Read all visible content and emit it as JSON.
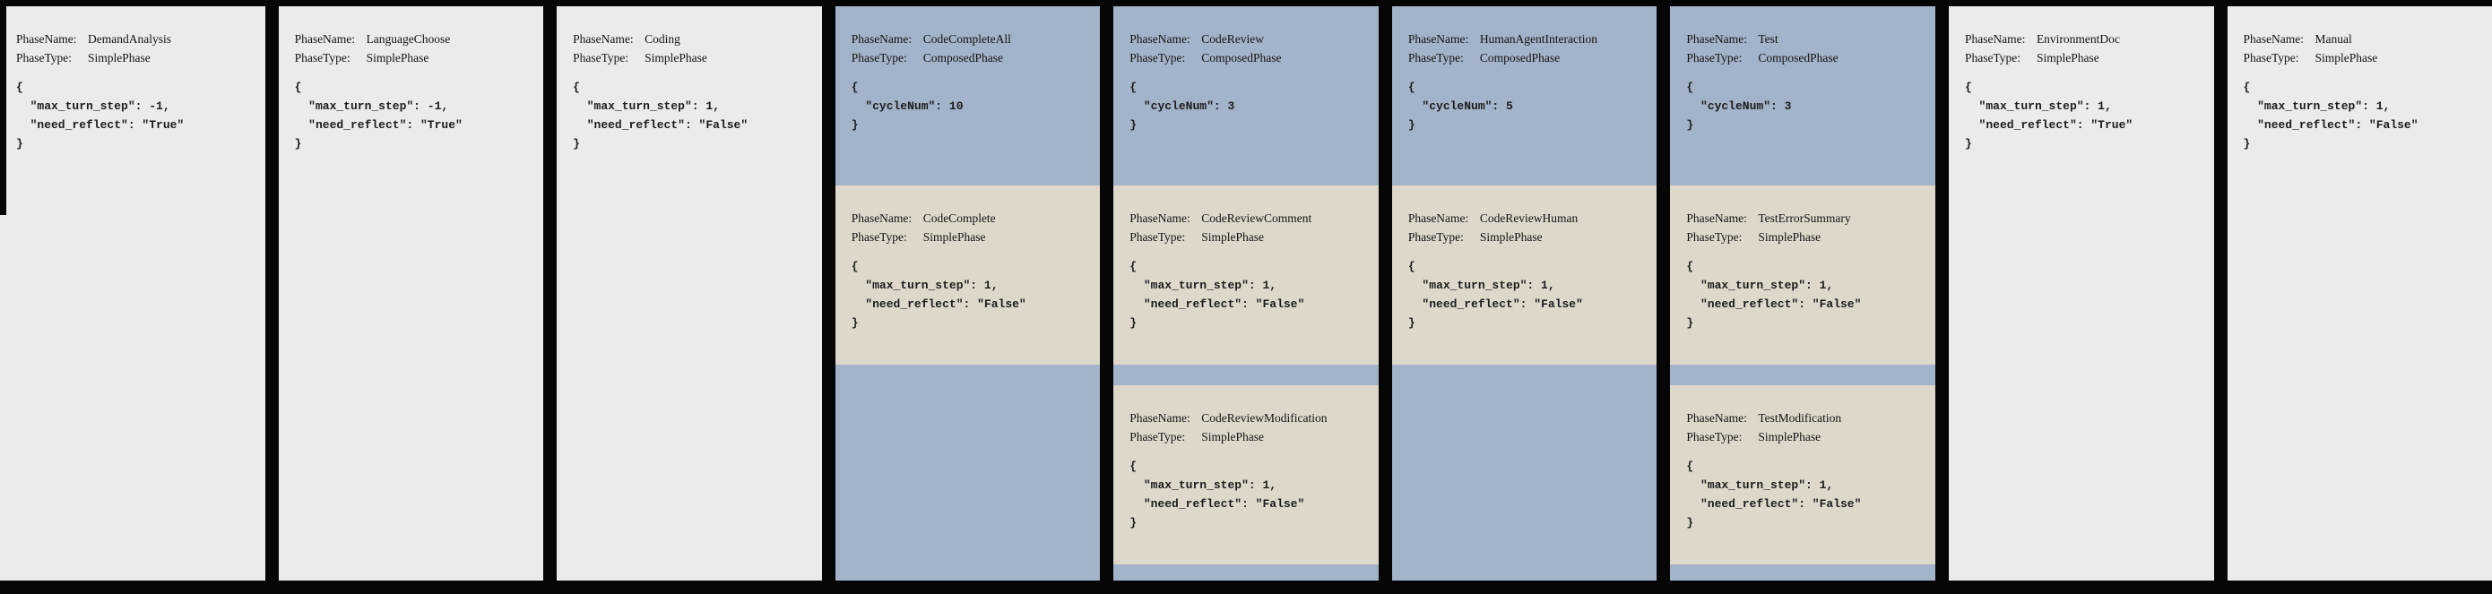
{
  "labels": {
    "phase_name": "PhaseName:",
    "phase_type": "PhaseType:"
  },
  "colors": {
    "background": "#060606",
    "simple_column_bg": "#e9eceb",
    "composed_column_bg": "#a3b3c9",
    "subphase_card_bg": "#ded8cb",
    "text": "#141414"
  },
  "columns": [
    {
      "kind": "simple",
      "cards": [
        {
          "name": "DemandAnalysis",
          "type": "SimplePhase",
          "config": "{\n  \"max_turn_step\": -1,\n  \"need_reflect\": \"True\"\n}"
        }
      ]
    },
    {
      "kind": "simple",
      "cards": [
        {
          "name": "LanguageChoose",
          "type": "SimplePhase",
          "config": "{\n  \"max_turn_step\": -1,\n  \"need_reflect\": \"True\"\n}"
        }
      ]
    },
    {
      "kind": "simple",
      "cards": [
        {
          "name": "Coding",
          "type": "SimplePhase",
          "config": "{\n  \"max_turn_step\": 1,\n  \"need_reflect\": \"False\"\n}"
        }
      ]
    },
    {
      "kind": "composed",
      "cards": [
        {
          "name": "CodeCompleteAll",
          "type": "ComposedPhase",
          "config": "{\n  \"cycleNum\": 10\n}"
        },
        {
          "name": "CodeComplete",
          "type": "SimplePhase",
          "config": "{\n  \"max_turn_step\": 1,\n  \"need_reflect\": \"False\"\n}"
        }
      ]
    },
    {
      "kind": "composed",
      "cards": [
        {
          "name": "CodeReview",
          "type": "ComposedPhase",
          "config": "{\n  \"cycleNum\": 3\n}"
        },
        {
          "name": "CodeReviewComment",
          "type": "SimplePhase",
          "config": "{\n  \"max_turn_step\": 1,\n  \"need_reflect\": \"False\"\n}"
        },
        {
          "name": "CodeReviewModification",
          "type": "SimplePhase",
          "config": "{\n  \"max_turn_step\": 1,\n  \"need_reflect\": \"False\"\n}"
        }
      ]
    },
    {
      "kind": "composed",
      "cards": [
        {
          "name": "HumanAgentInteraction",
          "type": "ComposedPhase",
          "config": "{\n  \"cycleNum\": 5\n}"
        },
        {
          "name": "CodeReviewHuman",
          "type": "SimplePhase",
          "config": "{\n  \"max_turn_step\": 1,\n  \"need_reflect\": \"False\"\n}"
        }
      ]
    },
    {
      "kind": "composed",
      "cards": [
        {
          "name": "Test",
          "type": "ComposedPhase",
          "config": "{\n  \"cycleNum\": 3\n}"
        },
        {
          "name": "TestErrorSummary",
          "type": "SimplePhase",
          "config": "{\n  \"max_turn_step\": 1,\n  \"need_reflect\": \"False\"\n}"
        },
        {
          "name": "TestModification",
          "type": "SimplePhase",
          "config": "{\n  \"max_turn_step\": 1,\n  \"need_reflect\": \"False\"\n}"
        }
      ]
    },
    {
      "kind": "simple",
      "cards": [
        {
          "name": "EnvironmentDoc",
          "type": "SimplePhase",
          "config": "{\n  \"max_turn_step\": 1,\n  \"need_reflect\": \"True\"\n}"
        }
      ]
    },
    {
      "kind": "simple",
      "cards": [
        {
          "name": "Manual",
          "type": "SimplePhase",
          "config": "{\n  \"max_turn_step\": 1,\n  \"need_reflect\": \"False\"\n}"
        }
      ]
    }
  ]
}
